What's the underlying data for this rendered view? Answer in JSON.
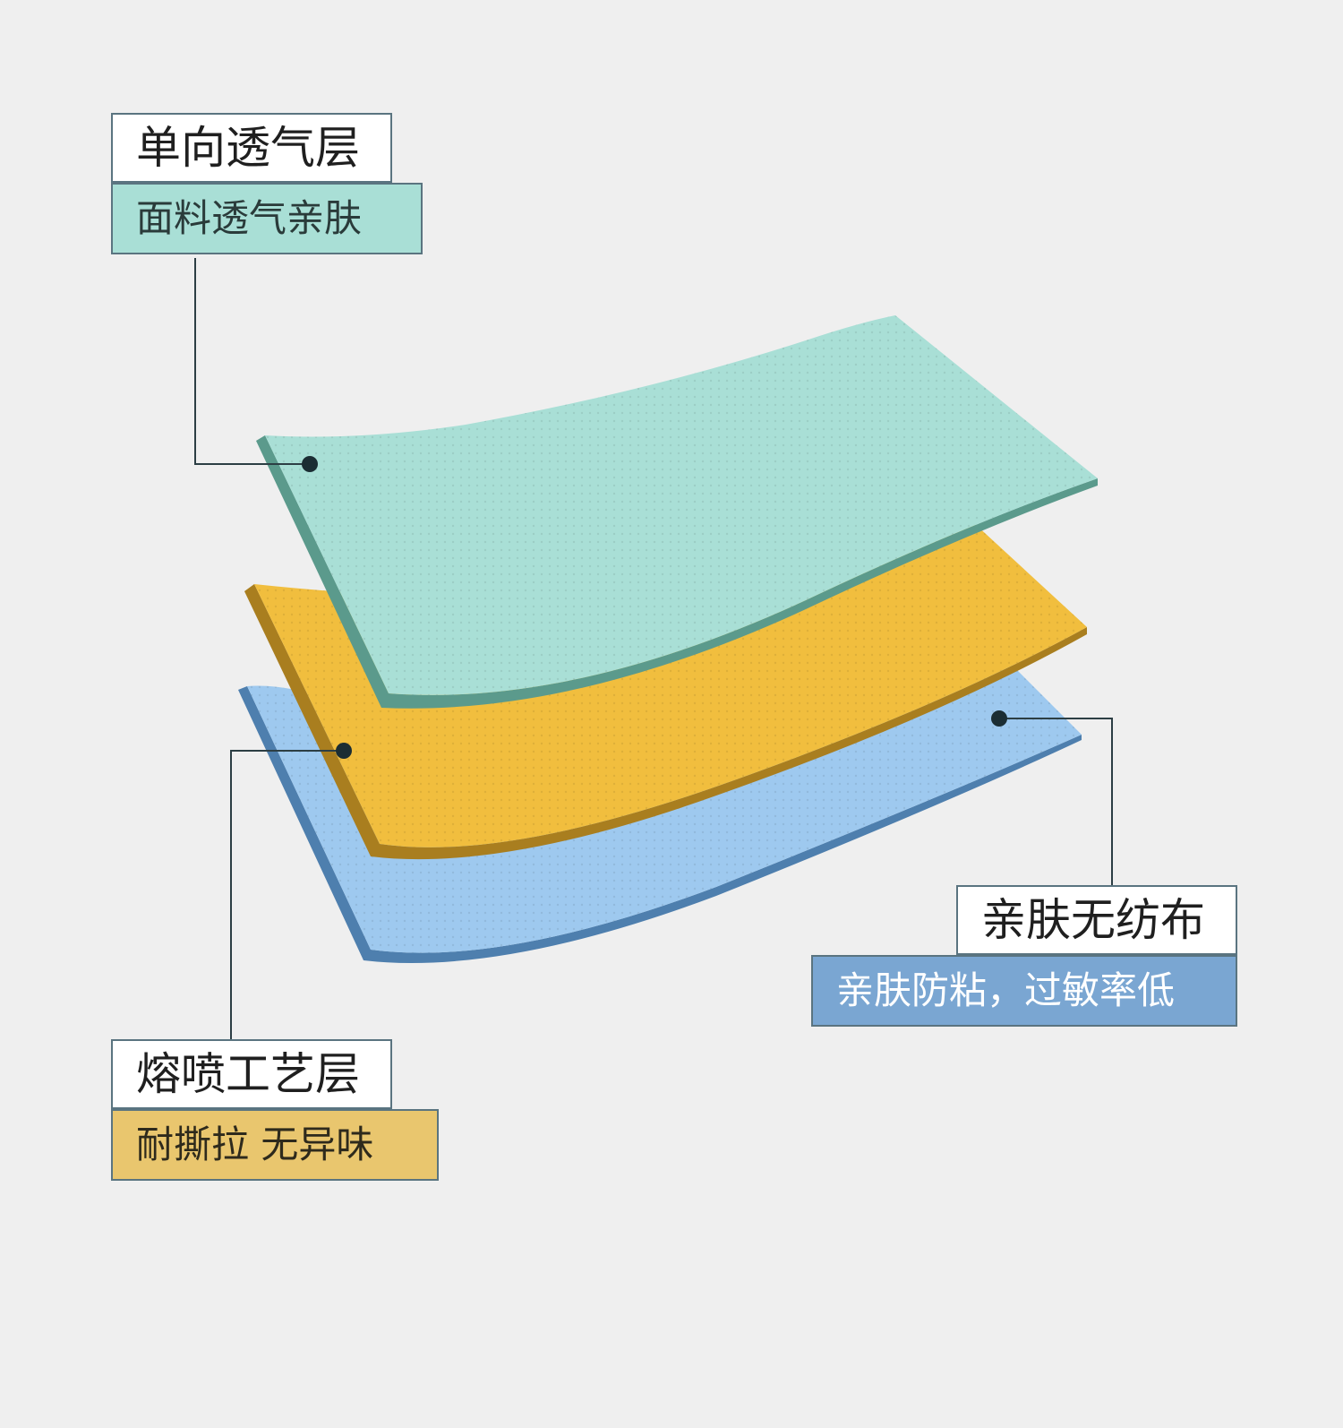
{
  "colors": {
    "background": "#efefef",
    "top_layer": "#a9dfd6",
    "top_layer_edge": "#5b9a8c",
    "middle_layer": "#f1be3e",
    "middle_layer_edge": "#a97e1f",
    "bottom_layer": "#9ec9ef",
    "bottom_layer_edge": "#4e7fae",
    "top_label_fill": "#a9dfd6",
    "middle_label_fill": "#e9c66e",
    "bottom_label_fill": "#7aa6d2",
    "leader_line": "#2c3e44",
    "dot": "#1b2d33"
  },
  "labels": {
    "top": {
      "title": "单向透气层",
      "subtitle": "面料透气亲肤"
    },
    "middle": {
      "title": "熔喷工艺层",
      "subtitle": "耐撕拉 无异味"
    },
    "bottom": {
      "title": "亲肤无纺布",
      "subtitle": "亲肤防粘，过敏率低"
    }
  }
}
